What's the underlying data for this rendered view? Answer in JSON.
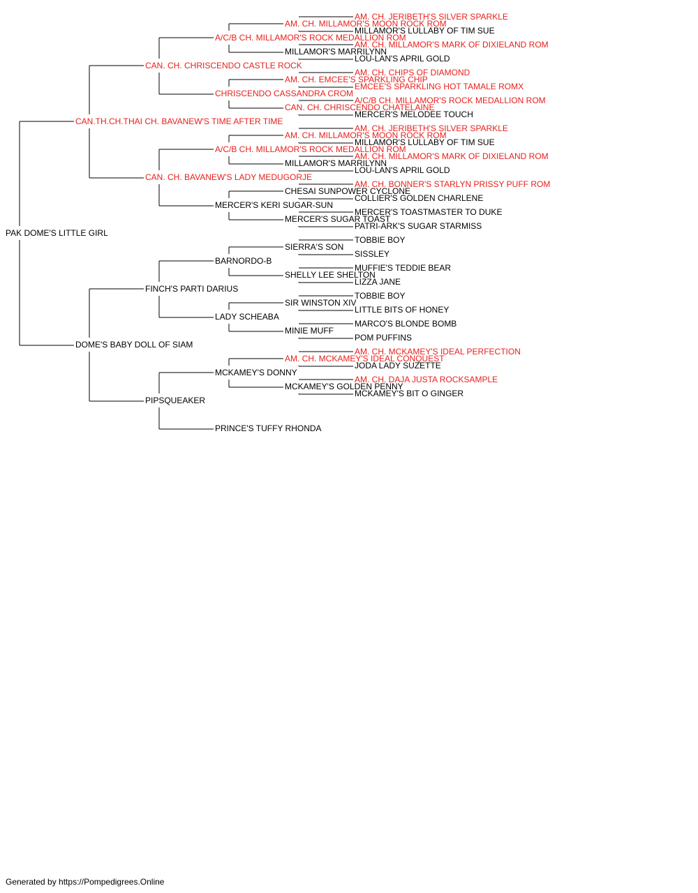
{
  "colors": {
    "titled": "#e8201c",
    "untitled": "#000000",
    "line": "#000000"
  },
  "footer": "Generated by https://Pompedigrees.Online",
  "pedigree": {
    "name": "PAK DOME'S LITTLE GIRL",
    "titled": false,
    "sire": {
      "name": "CAN.TH.CH.THAI CH. BAVANEW'S TIME AFTER TIME",
      "titled": true,
      "sire": {
        "name": "CAN. CH. CHRISCENDO CASTLE ROCK",
        "titled": true,
        "sire": {
          "name": "A/C/B CH. MILLAMOR'S ROCK MEDALLION ROM",
          "titled": true,
          "sire": {
            "name": "AM. CH. MILLAMOR'S MOON ROCK ROM",
            "titled": true,
            "sire": {
              "name": "AM. CH. JERIBETH'S SILVER SPARKLE",
              "titled": true
            },
            "dam": {
              "name": "MILLAMOR'S LULLABY OF TIM SUE",
              "titled": false
            }
          },
          "dam": {
            "name": "MILLAMOR'S MARRILYNN",
            "titled": false,
            "sire": {
              "name": "AM. CH. MILLAMOR'S MARK OF DIXIELAND ROM",
              "titled": true
            },
            "dam": {
              "name": "LOU-LAN'S APRIL GOLD",
              "titled": false
            }
          }
        },
        "dam": {
          "name": "CHRISCENDO CASSANDRA CROM",
          "titled": true,
          "sire": {
            "name": "AM. CH. EMCEE'S SPARKLING CHIP",
            "titled": true,
            "sire": {
              "name": "AM. CH. CHIPS OF DIAMOND",
              "titled": true
            },
            "dam": {
              "name": "EMCEE'S SPARKLING HOT TAMALE ROMX",
              "titled": true
            }
          },
          "dam": {
            "name": "CAN. CH. CHRISCENDO CHATELAINE",
            "titled": true,
            "sire": {
              "name": "A/C/B CH. MILLAMOR'S ROCK MEDALLION ROM",
              "titled": true
            },
            "dam": {
              "name": "MERCER'S MELODEE TOUCH",
              "titled": false
            }
          }
        }
      },
      "dam": {
        "name": "CAN. CH. BAVANEW'S LADY MEDUGORJE",
        "titled": true,
        "sire": {
          "name": "A/C/B CH. MILLAMOR'S ROCK MEDALLION ROM",
          "titled": true,
          "sire": {
            "name": "AM. CH. MILLAMOR'S MOON ROCK ROM",
            "titled": true,
            "sire": {
              "name": "AM. CH. JERIBETH'S SILVER SPARKLE",
              "titled": true
            },
            "dam": {
              "name": "MILLAMOR'S LULLABY OF TIM SUE",
              "titled": false
            }
          },
          "dam": {
            "name": "MILLAMOR'S MARRILYNN",
            "titled": false,
            "sire": {
              "name": "AM. CH. MILLAMOR'S MARK OF DIXIELAND ROM",
              "titled": true
            },
            "dam": {
              "name": "LOU-LAN'S APRIL GOLD",
              "titled": false
            }
          }
        },
        "dam": {
          "name": "MERCER'S KERI SUGAR-SUN",
          "titled": false,
          "sire": {
            "name": "CHESAI SUNPOWER CYCLONE",
            "titled": false,
            "sire": {
              "name": "AM. CH. BONNER'S STARLYN PRISSY PUFF ROM",
              "titled": true
            },
            "dam": {
              "name": "COLLIER'S GOLDEN CHARLENE",
              "titled": false
            }
          },
          "dam": {
            "name": "MERCER'S SUGAR TOAST",
            "titled": false,
            "sire": {
              "name": "MERCER'S TOASTMASTER TO DUKE",
              "titled": false
            },
            "dam": {
              "name": "PATRI-ARK'S SUGAR STARMISS",
              "titled": false
            }
          }
        }
      }
    },
    "dam": {
      "name": "DOME'S BABY DOLL OF SIAM",
      "titled": false,
      "sire": {
        "name": "FINCH'S PARTI DARIUS",
        "titled": false,
        "sire": {
          "name": "BARNORDO-B",
          "titled": false,
          "sire": {
            "name": "SIERRA'S SON",
            "titled": false,
            "sire": {
              "name": "TOBBIE BOY",
              "titled": false
            },
            "dam": {
              "name": "SISSLEY",
              "titled": false
            }
          },
          "dam": {
            "name": "SHELLY LEE SHELTON",
            "titled": false,
            "sire": {
              "name": "MUFFIE'S TEDDIE BEAR",
              "titled": false
            },
            "dam": {
              "name": "LIZZA JANE",
              "titled": false
            }
          }
        },
        "dam": {
          "name": "LADY SCHEABA",
          "titled": false,
          "sire": {
            "name": "SIR WINSTON XIV",
            "titled": false,
            "sire": {
              "name": "TOBBIE BOY",
              "titled": false
            },
            "dam": {
              "name": "LITTLE BITS OF HONEY",
              "titled": false
            }
          },
          "dam": {
            "name": "MINIE MUFF",
            "titled": false,
            "sire": {
              "name": "MARCO'S BLONDE BOMB",
              "titled": false
            },
            "dam": {
              "name": "POM PUFFINS",
              "titled": false
            }
          }
        }
      },
      "dam": {
        "name": "PIPSQUEAKER",
        "titled": false,
        "sire": {
          "name": "MCKAMEY'S DONNY",
          "titled": false,
          "sire": {
            "name": "AM. CH. MCKAMEY'S IDEAL CONQUEST",
            "titled": true,
            "sire": {
              "name": "AM. CH. MCKAMEY'S IDEAL PERFECTION",
              "titled": true
            },
            "dam": {
              "name": "JODA LADY SUZETTE",
              "titled": false
            }
          },
          "dam": {
            "name": "MCKAMEY'S GOLDEN PENNY",
            "titled": false,
            "sire": {
              "name": "AM. CH. DAJA JUSTA ROCKSAMPLE",
              "titled": true
            },
            "dam": {
              "name": "MCKAMEY'S BIT O GINGER",
              "titled": false
            }
          }
        },
        "dam": {
          "name": "PRINCE'S TUFFY RHONDA",
          "titled": false
        }
      }
    }
  }
}
